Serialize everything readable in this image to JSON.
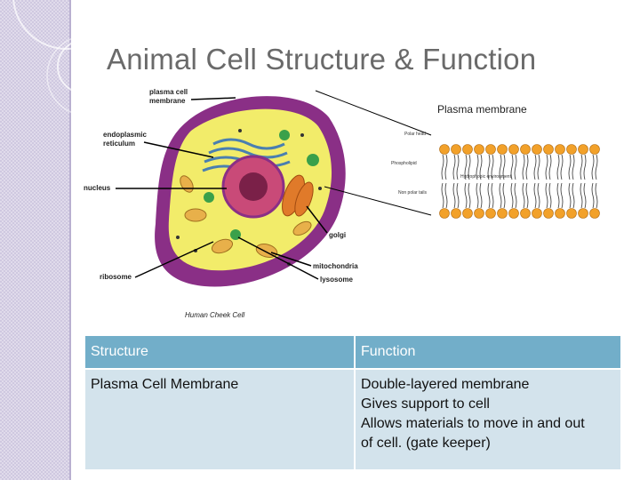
{
  "slide": {
    "title": "Animal Cell Structure & Function"
  },
  "figure": {
    "labels": {
      "plasma_cell_membrane_1": "plasma cell",
      "plasma_cell_membrane_2": "membrane",
      "er_1": "endoplasmic",
      "er_2": "reticulum",
      "nucleus": "nucleus",
      "ribosome": "ribosome",
      "golgi": "golgi",
      "mitochondria": "mitochondria",
      "lysosome": "lysosome",
      "caption": "Human Cheek Cell",
      "plasma_membrane_title": "Plasma membrane",
      "polar_head": "Polar head",
      "phospholipid": "Phospholipid",
      "nonpolar_tails": "Non polar tails",
      "hydrophobic": "Hydrophobic environment"
    },
    "colors": {
      "cytoplasm": "#f2ec6a",
      "membrane": "#8a2f86",
      "nucleus": "#c94a78",
      "phospholipid_head": "#f2a12a"
    }
  },
  "table": {
    "headers": [
      "Structure",
      "Function"
    ],
    "rows": [
      {
        "structure": "Plasma Cell Membrane",
        "function_lines": [
          "Double-layered membrane",
          "Gives support to cell",
          "Allows materials to move in and out",
          "of cell. (gate keeper)"
        ]
      }
    ]
  }
}
